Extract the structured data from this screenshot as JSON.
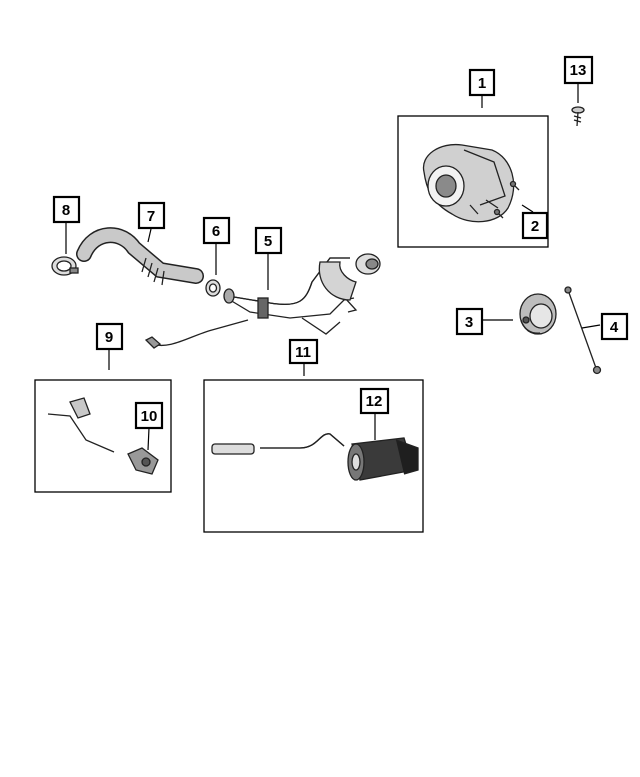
{
  "diagram": {
    "callouts": [
      {
        "id": "c1",
        "label": "1"
      },
      {
        "id": "c2",
        "label": "2"
      },
      {
        "id": "c3",
        "label": "3"
      },
      {
        "id": "c4",
        "label": "4"
      },
      {
        "id": "c5",
        "label": "5"
      },
      {
        "id": "c6",
        "label": "6"
      },
      {
        "id": "c7",
        "label": "7"
      },
      {
        "id": "c8",
        "label": "8"
      },
      {
        "id": "c9",
        "label": "9"
      },
      {
        "id": "c10",
        "label": "10"
      },
      {
        "id": "c11",
        "label": "11"
      },
      {
        "id": "c12",
        "label": "12"
      },
      {
        "id": "c13",
        "label": "13"
      }
    ],
    "colors": {
      "line": "#000000",
      "part_fill": "#d9d9d9",
      "part_dark": "#555555",
      "background": "#ffffff"
    }
  }
}
